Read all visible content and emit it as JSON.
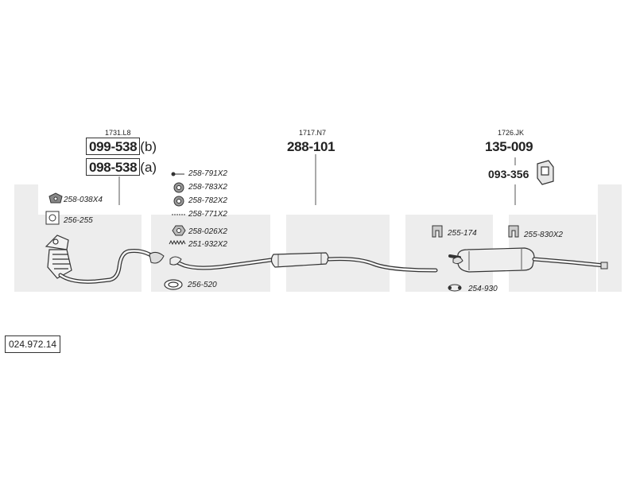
{
  "document": {
    "number": "024.972.14"
  },
  "groups": [
    {
      "code": "1731.L8",
      "parts": [
        {
          "number": "099-538",
          "suffix": "(b)"
        },
        {
          "number": "098-538",
          "suffix": "(a)"
        }
      ]
    },
    {
      "code": "1717.N7",
      "parts": [
        {
          "number": "288-101"
        }
      ]
    },
    {
      "code": "1726.JK",
      "parts": [
        {
          "number": "135-009"
        },
        {
          "number": "093-356"
        }
      ]
    }
  ],
  "accessories": {
    "front": [
      "258-038X4",
      "256-255"
    ],
    "flange": [
      "258-791X2",
      "258-783X2",
      "258-782X2",
      "258-771X2",
      "258-026X2",
      "251-932X2",
      "256-520"
    ],
    "rear": [
      "255-174",
      "255-830X2",
      "254-930"
    ]
  },
  "colors": {
    "line": "#444444",
    "pipe_fill": "#f2f2f2",
    "watermark": "#ececec"
  },
  "icons": [
    "catalytic-converter-icon",
    "front-pipe-icon",
    "middle-silencer-icon",
    "rear-silencer-icon",
    "rubber-mount-icon",
    "clamp-icon",
    "gasket-icon",
    "nut-icon",
    "bolt-icon",
    "spring-icon"
  ]
}
